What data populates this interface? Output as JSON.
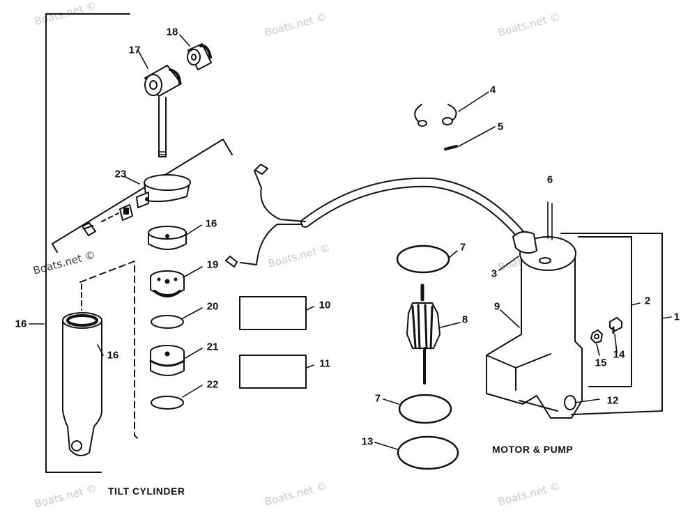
{
  "diagram": {
    "captions": {
      "tilt_cylinder": "TILT CYLINDER",
      "motor_pump": "MOTOR & PUMP"
    },
    "watermark": "Boats.net ©",
    "callouts": [
      {
        "id": "c18",
        "label": "18"
      },
      {
        "id": "c17",
        "label": "17"
      },
      {
        "id": "c23",
        "label": "23"
      },
      {
        "id": "c16a",
        "label": "16"
      },
      {
        "id": "c19",
        "label": "19"
      },
      {
        "id": "c20",
        "label": "20"
      },
      {
        "id": "c21",
        "label": "21"
      },
      {
        "id": "c22",
        "label": "22"
      },
      {
        "id": "c16b",
        "label": "16"
      },
      {
        "id": "c16c",
        "label": "16"
      },
      {
        "id": "c10",
        "label": "10"
      },
      {
        "id": "c11",
        "label": "11"
      },
      {
        "id": "c4",
        "label": "4"
      },
      {
        "id": "c5",
        "label": "5"
      },
      {
        "id": "c6",
        "label": "6"
      },
      {
        "id": "c7a",
        "label": "7"
      },
      {
        "id": "c8",
        "label": "8"
      },
      {
        "id": "c7b",
        "label": "7"
      },
      {
        "id": "c13",
        "label": "13"
      },
      {
        "id": "c3",
        "label": "3"
      },
      {
        "id": "c9",
        "label": "9"
      },
      {
        "id": "c2",
        "label": "2"
      },
      {
        "id": "c1",
        "label": "1"
      },
      {
        "id": "c14",
        "label": "14"
      },
      {
        "id": "c15",
        "label": "15"
      },
      {
        "id": "c12",
        "label": "12"
      }
    ],
    "colors": {
      "ink": "#111111",
      "watermark": "#c8c8c8"
    }
  }
}
